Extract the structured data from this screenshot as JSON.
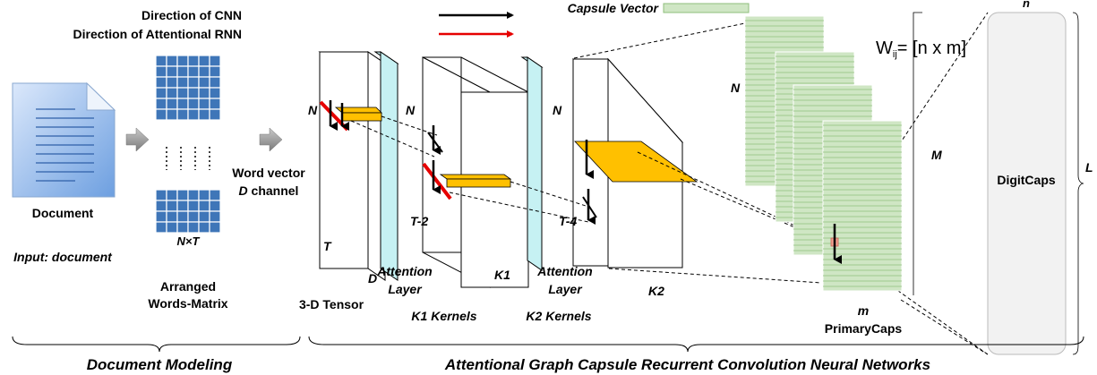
{
  "legend": {
    "cnn": "Direction of CNN",
    "rnn": "Direction of Attentional RNN",
    "capsule": "Capsule Vector"
  },
  "document": {
    "label": "Document",
    "input": "Input: document"
  },
  "matrix": {
    "dim": "N×T",
    "caption_line1": "Arranged",
    "caption_line2": "Words-Matrix"
  },
  "wordvec": {
    "line1": "Word vector",
    "line2_var": "D",
    "line2_rest": " channel"
  },
  "tensor": {
    "n": "N",
    "t": "T",
    "d": "D",
    "caption": "3-D Tensor"
  },
  "attention1": {
    "n": "N",
    "line1": "Attention",
    "line2": "Layer"
  },
  "block1": {
    "t": "T-2",
    "k": "K1",
    "caption": "K1 Kernels"
  },
  "attention2": {
    "n": "N",
    "line1": "Attention",
    "line2": "Layer"
  },
  "block2": {
    "t": "T-4",
    "k": "K2",
    "caption": "K2 Kernels"
  },
  "primary": {
    "n": "N",
    "m_small": "m",
    "M": "M",
    "caption": "PrimaryCaps",
    "formula": "= [n x m]",
    "w": "W",
    "w_sub": "ij"
  },
  "digit": {
    "label": "DigitCaps",
    "n": "n",
    "L": "L"
  },
  "bottom": {
    "left": "Document Modeling",
    "right": "Attentional Graph Capsule Recurrent Convolution Neural Networks"
  },
  "colors": {
    "matrix_cell": "#3f76b8",
    "capsule_fill": "#cfe6c4",
    "capsule_line": "#8fbf7c",
    "attention_layer": "#c6f1f3",
    "kernel": "#ffc000",
    "rnn_arrow": "#e60000",
    "document_blue": "#6d9fe0",
    "digit_fill": "#f2f2f2"
  }
}
